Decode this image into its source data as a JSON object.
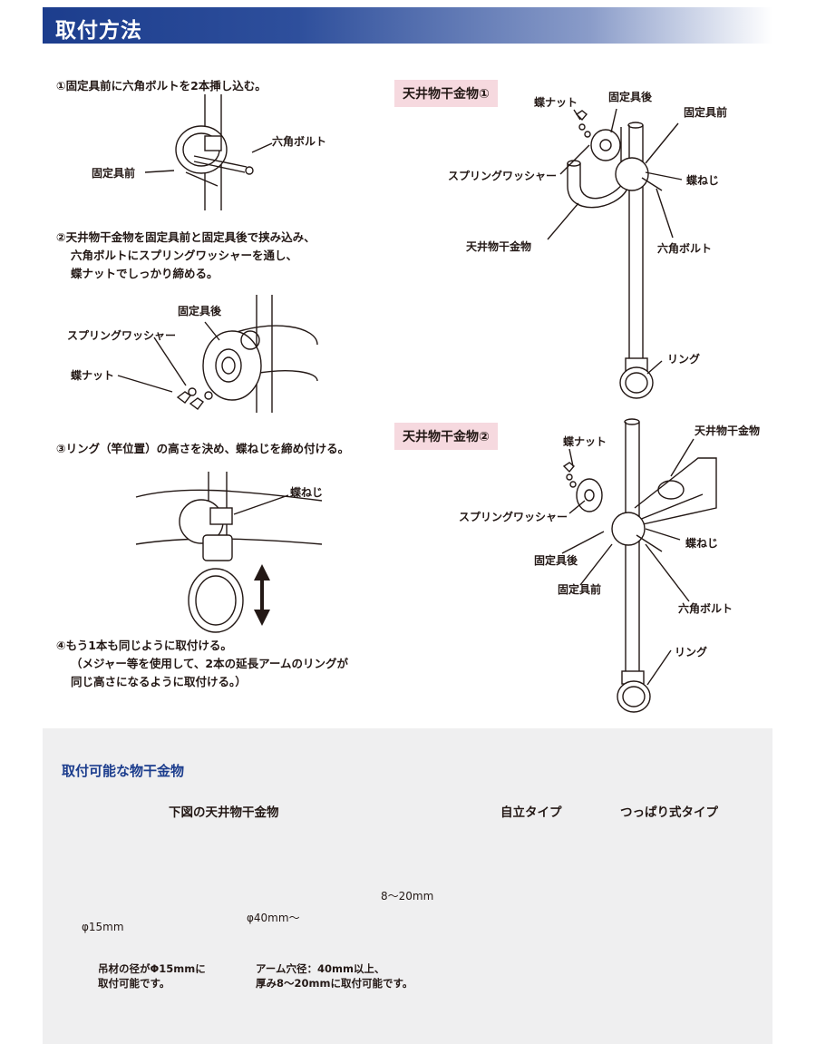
{
  "header": {
    "title": "取付方法"
  },
  "steps": {
    "step1": "①固定具前に六角ボルトを2本挿し込む。",
    "step2_line1": "②天井物干金物を固定具前と固定具後で挟み込み、",
    "step2_line2": "六角ボルトにスプリングワッシャーを通し、",
    "step2_line3": "蝶ナットでしっかり締める。",
    "step3": "③リング（竿位置）の高さを決め、蝶ねじを締め付ける。",
    "step4_line1": "④もう1本も同じように取付ける。",
    "step4_line2": "（メジャー等を使用して、2本の延長アームのリングが",
    "step4_line3": "同じ高さになるように取付ける。）"
  },
  "fig1": {
    "hex_bolt": "六角ボルト",
    "front_fixture": "固定具前"
  },
  "fig2": {
    "rear_fixture": "固定具後",
    "spring_washer": "スプリングワッシャー",
    "wing_nut": "蝶ナット"
  },
  "fig3": {
    "wing_screw": "蝶ねじ"
  },
  "right1": {
    "tag": "天井物干金物①",
    "wing_nut": "蝶ナット",
    "rear_fixture": "固定具後",
    "front_fixture": "固定具前",
    "spring_washer": "スプリングワッシャー",
    "wing_screw": "蝶ねじ",
    "ceiling_hanger": "天井物干金物",
    "hex_bolt": "六角ボルト",
    "ring": "リング"
  },
  "right2": {
    "tag": "天井物干金物②",
    "wing_nut": "蝶ナット",
    "ceiling_hanger": "天井物干金物",
    "spring_washer": "スプリングワッシャー",
    "wing_screw": "蝶ねじ",
    "rear_fixture": "固定具後",
    "front_fixture": "固定具前",
    "hex_bolt": "六角ボルト",
    "ring": "リング"
  },
  "compat": {
    "title": "取付可能な物干金物",
    "ceiling_title": "下図の天井物干金物",
    "standalone_title": "自立タイプ",
    "tension_title": "つっぱり式タイプ",
    "dim_15mm": "φ15mm",
    "dim_40mm": "φ40mm～",
    "dim_8_20": "8～20mm",
    "note1_line1": "吊材の径がΦ15mmに",
    "note1_line2": "取付可能です。",
    "note2_line1": "アーム穴径：40mm以上、",
    "note2_line2": "厚み8～20mmに取付可能です。"
  },
  "colors": {
    "header_blue": "#1c3d8d",
    "tag_pink": "#f6d9df",
    "ok_circle": "#e8b4c2",
    "ng_cross": "#a9c4e6"
  }
}
